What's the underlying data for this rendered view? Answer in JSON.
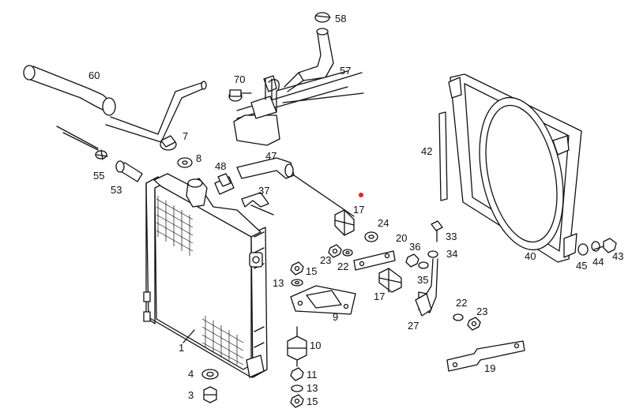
{
  "diagram": {
    "accent_color": "#e8221b",
    "line_color": "#111111",
    "parts": [
      {
        "id": "p58",
        "label": "58",
        "name": "hose clamp"
      },
      {
        "id": "p57",
        "label": "57",
        "name": "hose"
      },
      {
        "id": "p60",
        "label": "60",
        "name": "upper radiator hose"
      },
      {
        "id": "p70",
        "label": "70",
        "name": "cap"
      },
      {
        "id": "p7",
        "label": "7",
        "name": "radiator cap"
      },
      {
        "id": "p8",
        "label": "8",
        "name": "seal washer"
      },
      {
        "id": "p47",
        "label": "47",
        "name": "overflow hose"
      },
      {
        "id": "p48",
        "label": "48",
        "name": "clip"
      },
      {
        "id": "p55",
        "label": "55",
        "name": "clamp"
      },
      {
        "id": "p53",
        "label": "53",
        "name": "hose sleeve"
      },
      {
        "id": "p37",
        "label": "37",
        "name": "bracket"
      },
      {
        "id": "p17a",
        "label": "17",
        "name": "rubber mount"
      },
      {
        "id": "p24",
        "label": "24",
        "name": "washer"
      },
      {
        "id": "p20",
        "label": "20",
        "name": "strap"
      },
      {
        "id": "p36",
        "label": "36",
        "name": "nut"
      },
      {
        "id": "p33",
        "label": "33",
        "name": "bolt"
      },
      {
        "id": "p34",
        "label": "34",
        "name": "washer"
      },
      {
        "id": "p23a",
        "label": "23",
        "name": "nut"
      },
      {
        "id": "p22a",
        "label": "22",
        "name": "washer"
      },
      {
        "id": "p15a",
        "label": "15",
        "name": "nut"
      },
      {
        "id": "p13a",
        "label": "13",
        "name": "washer"
      },
      {
        "id": "p35",
        "label": "35",
        "name": "nut"
      },
      {
        "id": "p17b",
        "label": "17",
        "name": "rubber mount"
      },
      {
        "id": "p9",
        "label": "9",
        "name": "bracket plate"
      },
      {
        "id": "p27",
        "label": "27",
        "name": "support rod"
      },
      {
        "id": "p22b",
        "label": "22",
        "name": "washer"
      },
      {
        "id": "p23b",
        "label": "23",
        "name": "nut"
      },
      {
        "id": "p42",
        "label": "42",
        "name": "rod"
      },
      {
        "id": "p40",
        "label": "40",
        "name": "fan shroud"
      },
      {
        "id": "p45",
        "label": "45",
        "name": "washer"
      },
      {
        "id": "p44",
        "label": "44",
        "name": "washer"
      },
      {
        "id": "p43",
        "label": "43",
        "name": "bolt"
      },
      {
        "id": "p1",
        "label": "1",
        "name": "radiator"
      },
      {
        "id": "p10",
        "label": "10",
        "name": "rubber mount"
      },
      {
        "id": "p11",
        "label": "11",
        "name": "nut"
      },
      {
        "id": "p13b",
        "label": "13",
        "name": "washer"
      },
      {
        "id": "p15b",
        "label": "15",
        "name": "nut"
      },
      {
        "id": "p4",
        "label": "4",
        "name": "seal ring"
      },
      {
        "id": "p3",
        "label": "3",
        "name": "drain plug"
      },
      {
        "id": "p19",
        "label": "19",
        "name": "bracket strap"
      }
    ]
  }
}
